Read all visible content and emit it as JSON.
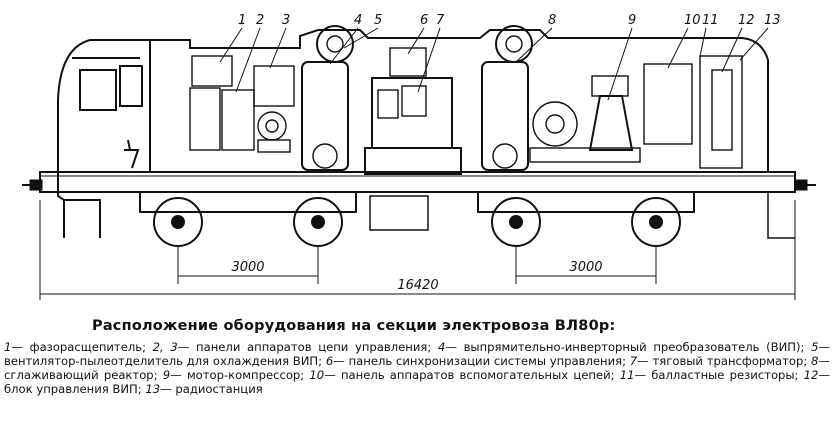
{
  "figure": {
    "callouts": [
      "1",
      "2",
      "3",
      "4",
      "5",
      "6",
      "7",
      "8",
      "9",
      "10",
      "11",
      "12",
      "13"
    ],
    "dimensions": {
      "bogie_base_left": "3000",
      "bogie_base_right": "3000",
      "overall_length": "16420"
    }
  },
  "caption": {
    "title": "Расположение оборудования на секции электровоза ВЛ80р:",
    "legend": [
      {
        "num": "1",
        "sep": "— ",
        "text": "фазорасщепитель; "
      },
      {
        "num": "2, 3",
        "sep": "— ",
        "text": "панели аппаратов цепи управления; "
      },
      {
        "num": "4",
        "sep": "— ",
        "text": "выпрямительно-инверторный преобразователь (ВИП); "
      },
      {
        "num": "5",
        "sep": "— ",
        "text": "вентилятор-пылеотделитель для охлаждения ВИП; "
      },
      {
        "num": "6",
        "sep": "— ",
        "text": "панель синхронизации системы управления; "
      },
      {
        "num": "7",
        "sep": "— ",
        "text": "тяговый трансформатор; "
      },
      {
        "num": "8",
        "sep": "— ",
        "text": "сглаживающий реактор; "
      },
      {
        "num": "9",
        "sep": "— ",
        "text": "мотор-компрессор; "
      },
      {
        "num": "10",
        "sep": "— ",
        "text": "панель аппаратов вспомогательных цепей; "
      },
      {
        "num": "11",
        "sep": "— ",
        "text": "балластные резисторы; "
      },
      {
        "num": "12",
        "sep": "— ",
        "text": "блок управления ВИП; "
      },
      {
        "num": "13",
        "sep": "— ",
        "text": "радиостанция"
      }
    ]
  }
}
